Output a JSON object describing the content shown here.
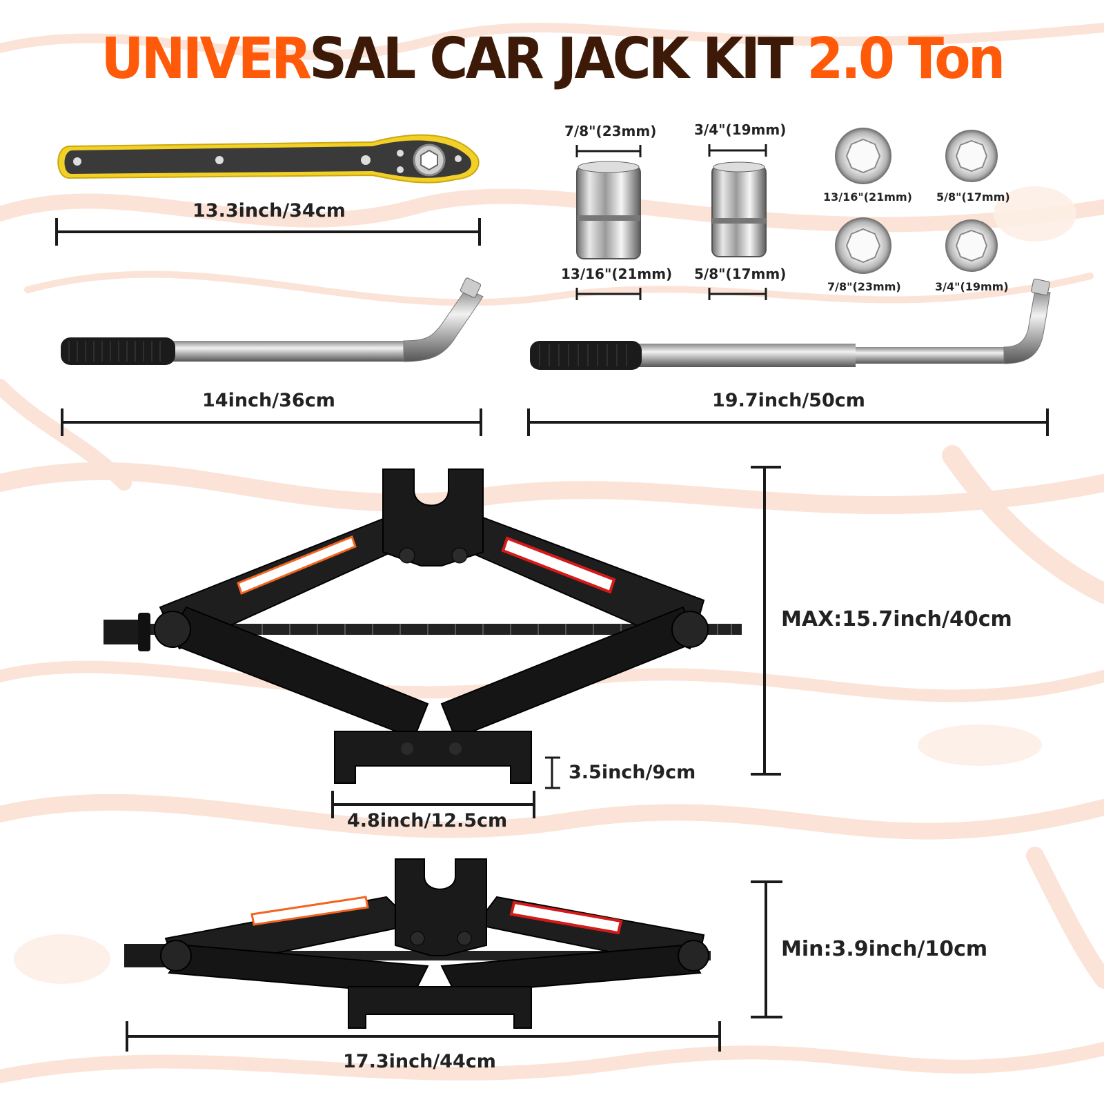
{
  "title": {
    "part_orange_1": "UNIVER",
    "part_brown": "SAL CAR JACK KIT ",
    "part_orange_2": "2.0 Ton"
  },
  "colors": {
    "accent_orange": "#ff5a0a",
    "title_brown": "#3d1a08",
    "wrench_yellow": "#f2d028",
    "jack_black": "#1a1a1a"
  },
  "dimensions": {
    "ratchet_wrench": "13.3inch/34cm",
    "short_lug_wrench": "14inch/36cm",
    "long_lug_wrench": "19.7inch/50cm",
    "jack_max_height": "MAX:15.7inch/40cm",
    "jack_base_height": "3.5inch/9cm",
    "jack_base_width": "4.8inch/12.5cm",
    "jack_min_height": "Min:3.9inch/10cm",
    "jack_length": "17.3inch/44cm"
  },
  "sockets": {
    "side_top_left": "7/8\"(23mm)",
    "side_top_right": "3/4\"(19mm)",
    "side_bottom_left": "13/16\"(21mm)",
    "side_bottom_right": "5/8\"(17mm)",
    "end_1": "13/16\"(21mm)",
    "end_2": "5/8\"(17mm)",
    "end_3": "7/8\"(23mm)",
    "end_4": "3/4\"(19mm)"
  }
}
